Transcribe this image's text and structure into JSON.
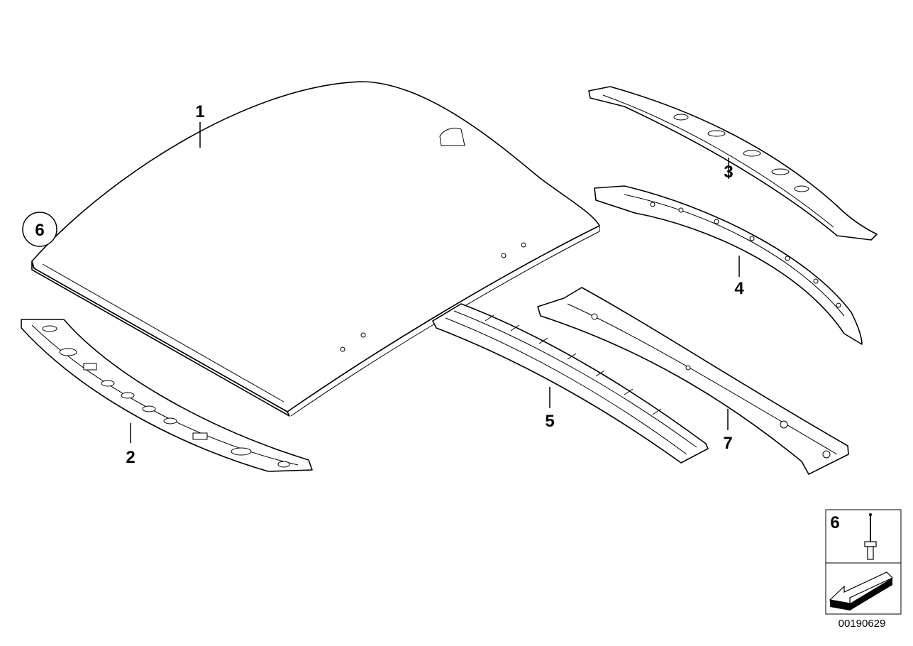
{
  "callouts": [
    {
      "id": "1",
      "label": "1"
    },
    {
      "id": "2",
      "label": "2"
    },
    {
      "id": "3",
      "label": "3"
    },
    {
      "id": "4",
      "label": "4"
    },
    {
      "id": "5",
      "label": "5"
    },
    {
      "id": "6",
      "label": "6"
    },
    {
      "id": "7",
      "label": "7"
    }
  ],
  "legend": {
    "part_number": "6"
  },
  "document_number": "00190629"
}
